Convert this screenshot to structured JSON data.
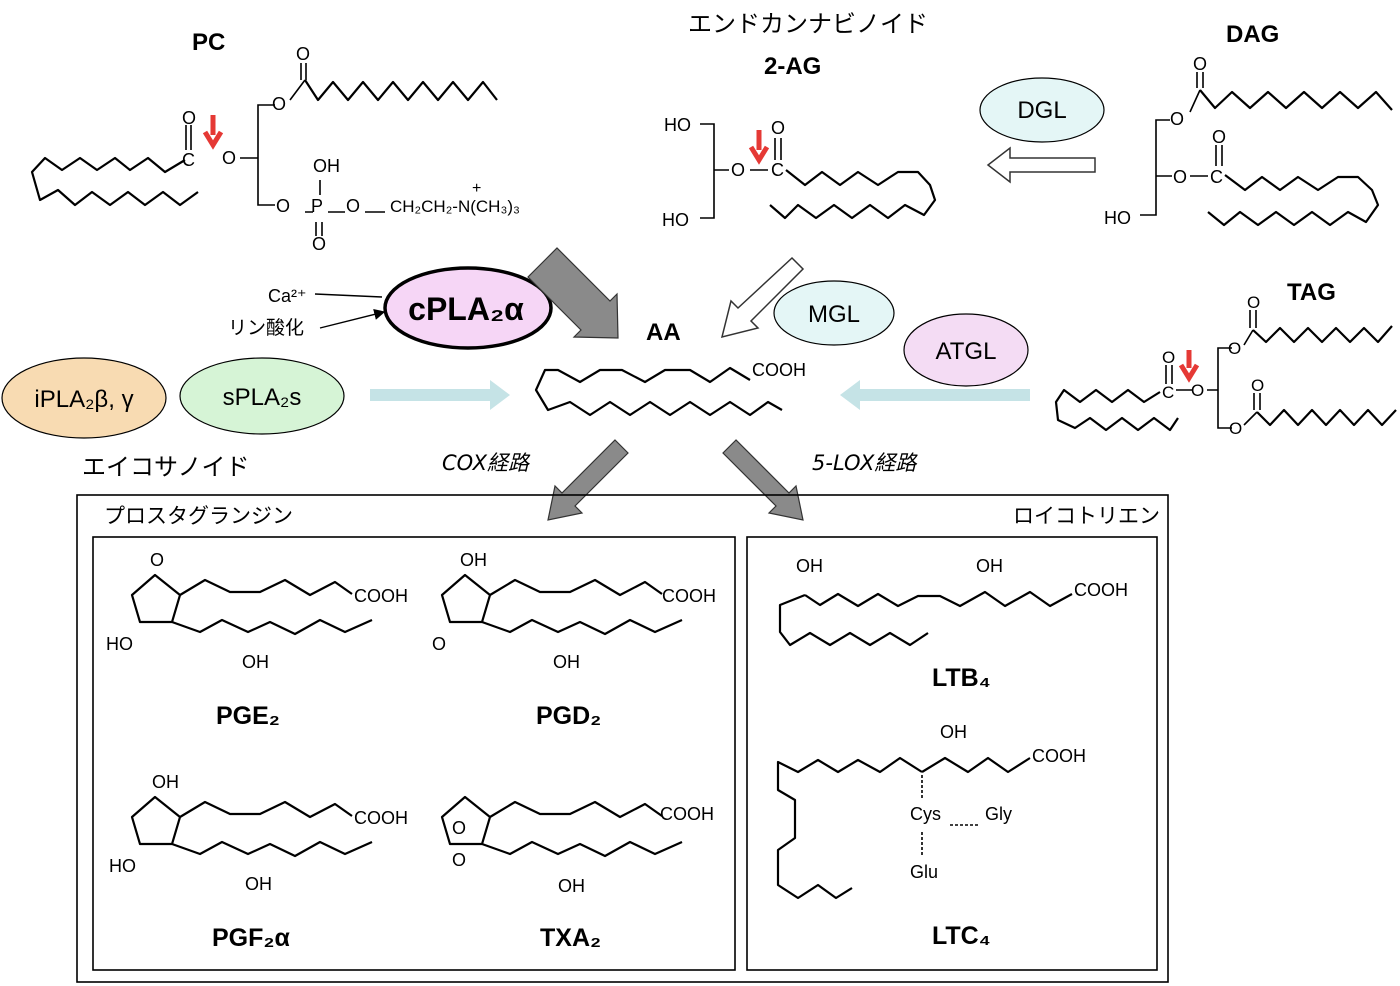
{
  "colors": {
    "red_arrow": "#e53935",
    "gray_arrow": "#8a8a8a",
    "blue_arrow": "#c5e3e6",
    "dgl": "#e4f6f6",
    "mgl": "#e4f6f6",
    "atgl": "#f4dcf4",
    "cpla2": "#f6d6f6",
    "ipla2": "#f8dbb2",
    "spla2": "#d6f4d6"
  },
  "top": {
    "endocannabinoid": "エンドカンナビノイド",
    "pc": "PC",
    "ag2": "2-AG",
    "dag": "DAG",
    "tag": "TAG",
    "aa": "AA"
  },
  "pc": {
    "o": "O",
    "o2": "O",
    "c": "C",
    "oh": "OH",
    "p": "P",
    "o3": "O",
    "o4": "O",
    "o5": "O",
    "o6": "O",
    "chain": "CH₂CH₂-N(CH₃)₃",
    "plus": "+"
  },
  "ag": {
    "ho1": "HO",
    "ho2": "HO",
    "o": "O",
    "c": "C",
    "o2": "O"
  },
  "dag_labels": {
    "o1": "O",
    "o2": "O",
    "o3": "O",
    "o4": "O",
    "c": "C",
    "ho": "HO"
  },
  "tag_labels": {
    "o1": "O",
    "o2": "O",
    "o3": "O",
    "o4": "O",
    "o5": "O",
    "o6": "O",
    "c": "C"
  },
  "aa_labels": {
    "cooh": "COOH"
  },
  "enzymes": {
    "dgl": "DGL",
    "mgl": "MGL",
    "atgl": "ATGL",
    "cpla2": "cPLA₂α",
    "ipla2": "iPLA₂β, γ",
    "spla2": "sPLA₂s"
  },
  "regulators": {
    "ca": "Ca²⁺",
    "phos": "リン酸化"
  },
  "pathways": {
    "eicosanoid": "エイコサノイド",
    "cox": "COX経路",
    "lox": "5-LOX経路",
    "prostaglandin": "プロスタグランジン",
    "leukotriene": "ロイコトリエン"
  },
  "products": [
    {
      "name": "PGE₂",
      "labels": [
        "O",
        "HO",
        "OH",
        "COOH"
      ]
    },
    {
      "name": "PGD₂",
      "labels": [
        "OH",
        "O",
        "OH",
        "COOH"
      ]
    },
    {
      "name": "PGF₂α",
      "labels": [
        "OH",
        "HO",
        "OH",
        "COOH"
      ]
    },
    {
      "name": "TXA₂",
      "labels": [
        "O",
        "O",
        "OH",
        "COOH"
      ]
    },
    {
      "name": "LTB₄",
      "labels": [
        "OH",
        "OH",
        "COOH"
      ]
    },
    {
      "name": "LTC₄",
      "labels": [
        "OH",
        "COOH",
        "Cys",
        "Gly",
        "Glu"
      ]
    }
  ]
}
